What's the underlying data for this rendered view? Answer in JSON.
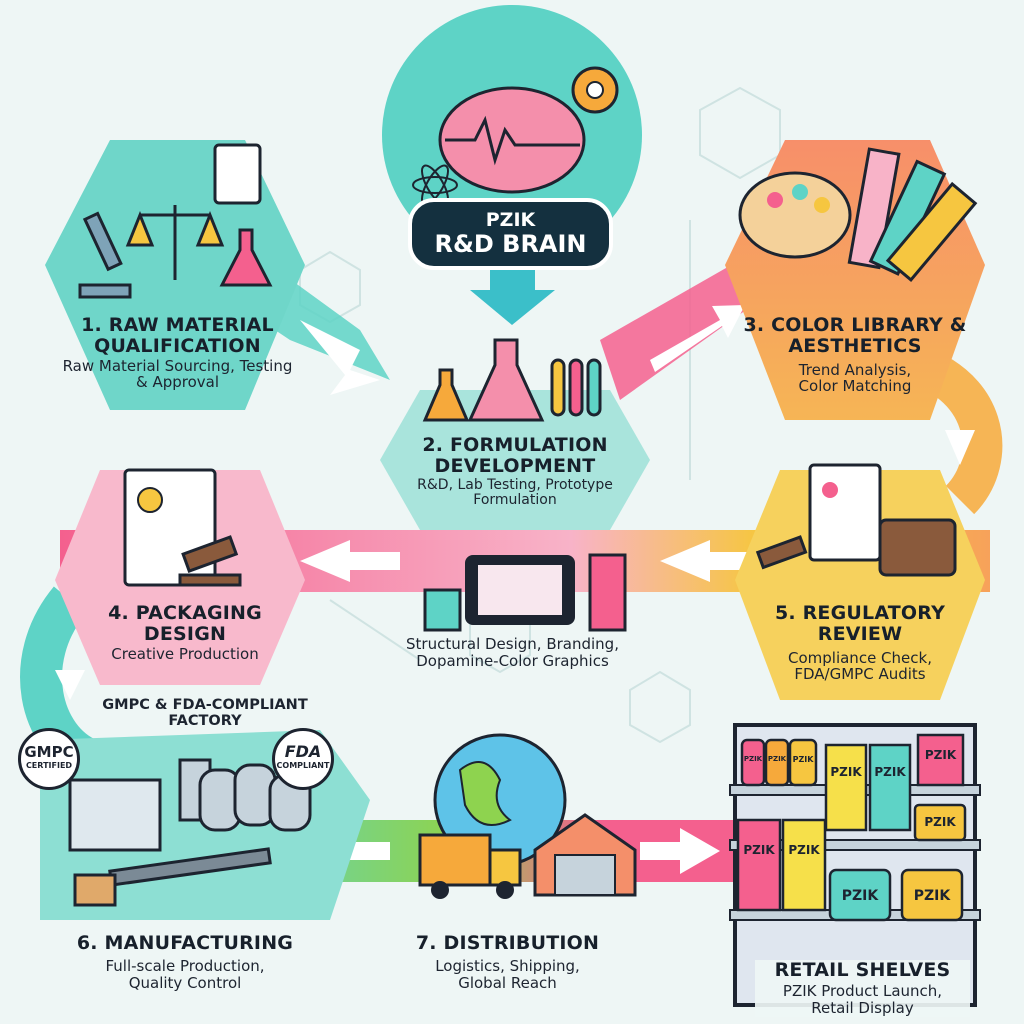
{
  "center": {
    "line1": "PZIK",
    "line2": "R&D BRAIN"
  },
  "steps": [
    {
      "title": "1. RAW MATERIAL QUALIFICATION",
      "desc": "Raw Material Sourcing, Testing & Approval"
    },
    {
      "title": "2. FORMULATION DEVELOPMENT",
      "desc": "R&D, Lab Testing, Prototype Formulation"
    },
    {
      "title": "3. COLOR LIBRARY & AESTHETICS",
      "desc": "Trend Analysis, Color Matching"
    },
    {
      "title": "4. PACKAGING DESIGN",
      "desc": "Creative Production"
    },
    {
      "title": "5. REGULATORY REVIEW",
      "desc": "Compliance Check, FDA/GMPC Audits"
    },
    {
      "title": "6. MANUFACTURING",
      "desc": "Full-scale Production, Quality Control"
    },
    {
      "title": "7. DISTRIBUTION",
      "desc": "Logistics, Shipping, Global Reach"
    },
    {
      "title": "RETAIL SHELVES",
      "desc": "PZIK Product Launch, Retail Display"
    }
  ],
  "design_note": "Structural Design, Branding, Dopamine-Color Graphics",
  "factory": {
    "heading": "GMPC & FDA-COMPLIANT FACTORY",
    "badge_gmpc": {
      "main": "GMPC",
      "sub": "CERTIFIED"
    },
    "badge_fda": {
      "main": "FDA",
      "sub": "COMPLIANT"
    }
  },
  "product_brand": "PZIK",
  "colors": {
    "teal": "#5ed3c6",
    "pink": "#f4608e",
    "orange": "#f7a25a",
    "yellow": "#f6c640",
    "dark": "#14303f",
    "green": "#8ed34f"
  }
}
